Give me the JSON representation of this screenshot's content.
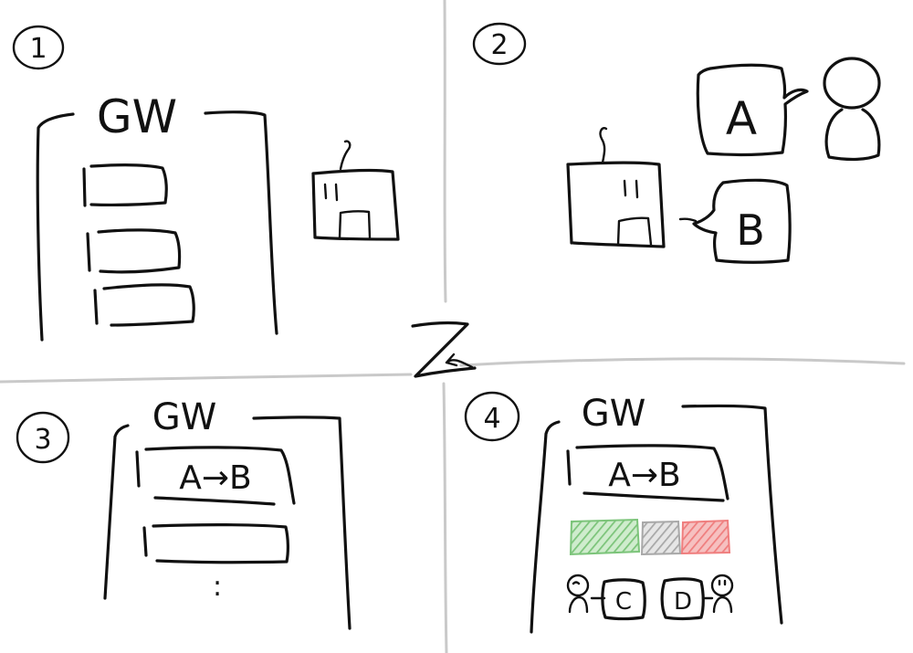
{
  "panels": [
    {
      "number": "1",
      "gw_label": "GW"
    },
    {
      "number": "2",
      "bubble_a": "A",
      "bubble_b": "B"
    },
    {
      "number": "3",
      "gw_label": "GW",
      "route_label": "A→B",
      "ellipsis": ":"
    },
    {
      "number": "4",
      "gw_label": "GW",
      "route_label": "A→B",
      "person_c": "C",
      "person_d": "D"
    }
  ],
  "center_glyph": "Z",
  "colors": {
    "ink": "#111111",
    "divider": "#c9c9c9",
    "bar_green": "#7cc47a",
    "bar_gray": "#b8b8b8",
    "bar_red": "#ef7e7e"
  }
}
